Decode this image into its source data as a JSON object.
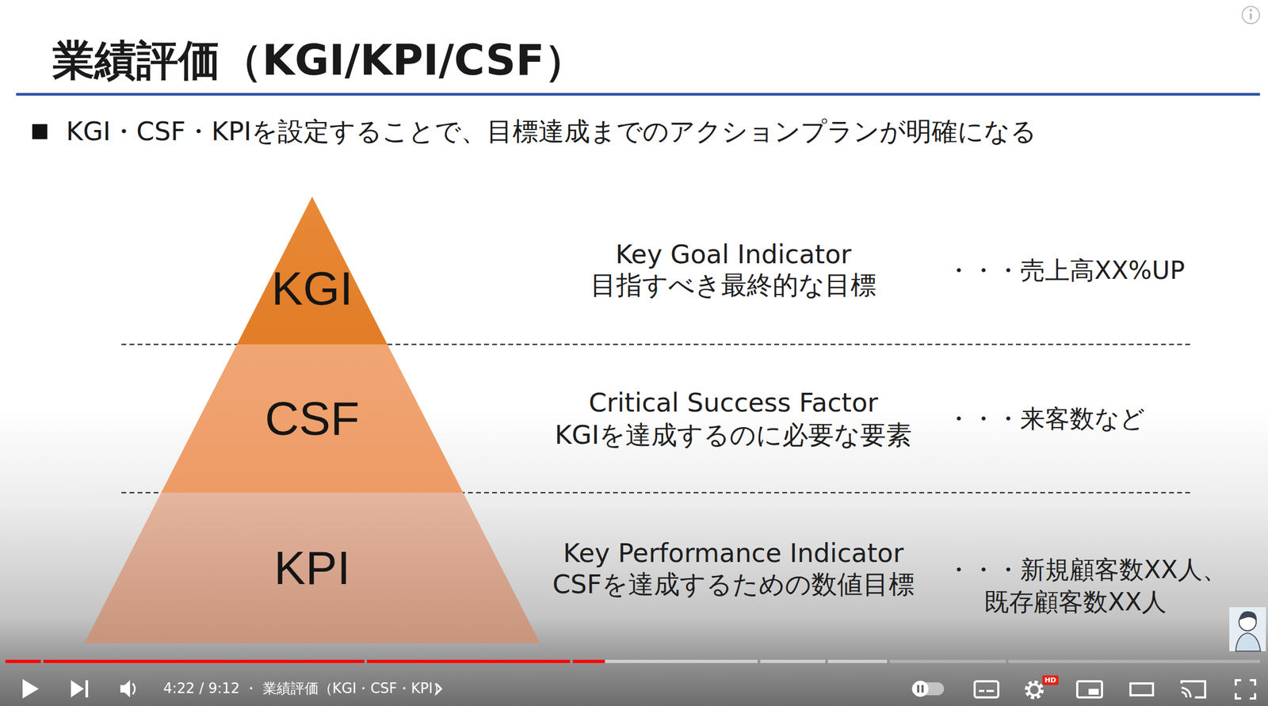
{
  "diagram": {
    "title": "業績評価（KGI/KPI/CSF）",
    "nodes": [
      {
        "text": [
          "KGI"
        ]
      },
      {
        "text": [
          "CSF"
        ]
      },
      {
        "text": [
          "KPI"
        ]
      }
    ],
    "labels": [
      "KGI・CSF・KPIを設定することで、目標達成までのアクションプランが明確になる",
      "Key Goal Indicator",
      "目指すべき最終的な目標",
      "・・・売上高XX%UP",
      "Critical Success Factor",
      "KGIを達成するのに必要な要素",
      "・・・来客数など",
      "Key Performance Indicator",
      "CSFを達成するための数値目標",
      "・・・新規顧客数XX人、",
      "既存顧客数XX人",
      "4:22 / 9:12 ・ 業績評価（KGI・CSF・KPI）",
      "HD"
    ]
  }
}
